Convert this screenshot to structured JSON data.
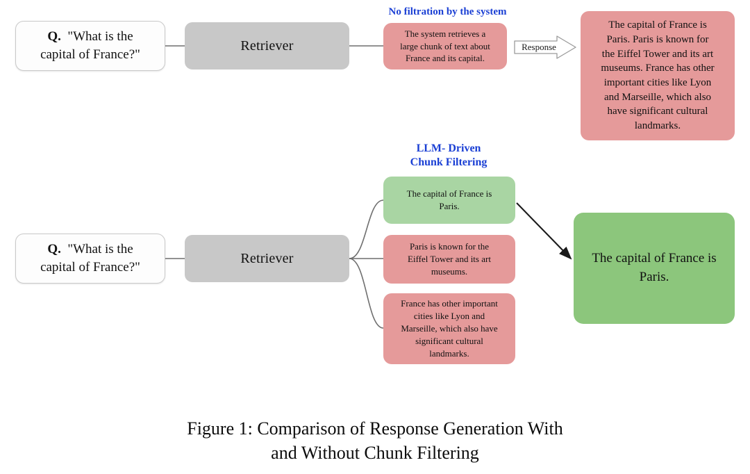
{
  "figure": {
    "caption": "Figure 1: Comparison of Response Generation With\nand Without Chunk Filtering",
    "background_color": "#ffffff"
  },
  "colors": {
    "pink": "#e59a9a",
    "green_chunk": "#a9d5a3",
    "green_answer": "#8cc67c",
    "gray": "#c8c8c8",
    "annotation_blue": "#1a3fd4",
    "connector_gray": "#6f6f6f",
    "arrow_black": "#1a1a1a"
  },
  "top_flow": {
    "name": "Without Chunk Filtering",
    "question": {
      "label": "Q.",
      "text": "\"What is the\ncapital of France?\""
    },
    "retriever": {
      "label": "Retriever"
    },
    "annotation": "No filtration by the system",
    "chunk": {
      "text": "The system retrieves a\nlarge chunk of text about\nFrance and its capital."
    },
    "arrow": {
      "label": "Response"
    },
    "answer": {
      "text": "The capital of France is\nParis. Paris is known for\nthe Eiffel Tower and its art\nmuseums. France has other\nimportant cities like Lyon\nand Marseille, which also\nhave significant cultural\nlandmarks."
    }
  },
  "bottom_flow": {
    "name": "With Chunk Filtering",
    "question": {
      "label": "Q.",
      "text": "\"What is the\ncapital of France?\""
    },
    "retriever": {
      "label": "Retriever"
    },
    "annotation": "LLM- Driven\nChunk Filtering",
    "chunks": [
      {
        "kind": "kept",
        "text": "The capital of France is\nParis."
      },
      {
        "kind": "filtered",
        "text": "Paris is known for the\nEiffel Tower and its art\nmuseums."
      },
      {
        "kind": "filtered",
        "text": "France has other important\ncities like Lyon and\nMarseille, which also have\nsignificant cultural\nlandmarks."
      }
    ],
    "answer": {
      "text": "The capital of France is\nParis."
    }
  }
}
